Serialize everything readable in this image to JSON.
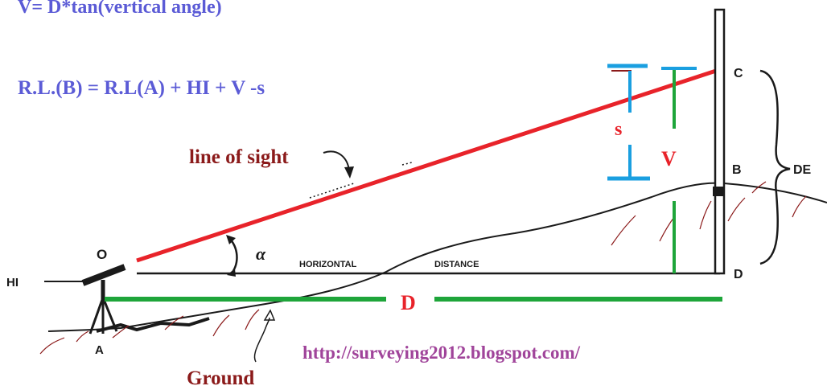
{
  "formula_top": "V= D*tan(vertical angle)",
  "formula_rl": "R.L.(B) = R.L(A) + HI + V -s",
  "labels": {
    "line_of_sight": "line of sight",
    "ground": "Ground",
    "horizontal": "HORIZONTAL",
    "distance": "DISTANCE",
    "alpha": "α",
    "D_measure": "D",
    "V_measure": "V",
    "s_measure": "s",
    "HI": "HI",
    "DE": "DE",
    "O": "O",
    "A": "A",
    "B": "B",
    "C": "C",
    "D_point": "D"
  },
  "url": "http://surveying2012.blogspot.com/",
  "colors": {
    "formula": "#5b5bd6",
    "sight_line": "#e8232a",
    "measure_green": "#1ea53a",
    "staff_blue": "#1a9fe0",
    "label_red": "#e8232a",
    "annotation_maroon": "#8b1a1a",
    "url_purple": "#a0449a",
    "ink": "#1a1a1a"
  }
}
